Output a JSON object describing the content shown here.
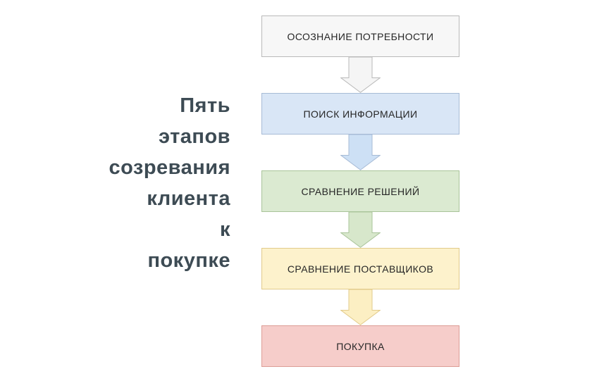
{
  "title": {
    "lines": [
      "Пять",
      "этапов",
      "созревания",
      "клиента",
      "к",
      "покупке"
    ],
    "color": "#3d4b54"
  },
  "flow": {
    "stages": [
      {
        "label": "ОСОЗНАНИЕ ПОТРЕБНОСТИ",
        "fill": "#f7f7f7",
        "border": "#b9b9b9",
        "arrow_fill": "#f5f5f5"
      },
      {
        "label": "ПОИСК ИНФОРМАЦИИ",
        "fill": "#d9e6f6",
        "border": "#a7bbd6",
        "arrow_fill": "#cde0f5"
      },
      {
        "label": "СРАВНЕНИЕ РЕШЕНИЙ",
        "fill": "#dbead1",
        "border": "#a9c49a",
        "arrow_fill": "#d7e7cb"
      },
      {
        "label": "СРАВНЕНИЕ ПОСТАВЩИКОВ",
        "fill": "#fdf2cc",
        "border": "#e2cb8b",
        "arrow_fill": "#fcefc3"
      },
      {
        "label": "ПОКУПКА",
        "fill": "#f6cdca",
        "border": "#dd9d96",
        "arrow_fill": "#f6cdca"
      }
    ],
    "text_color": "#262626"
  }
}
